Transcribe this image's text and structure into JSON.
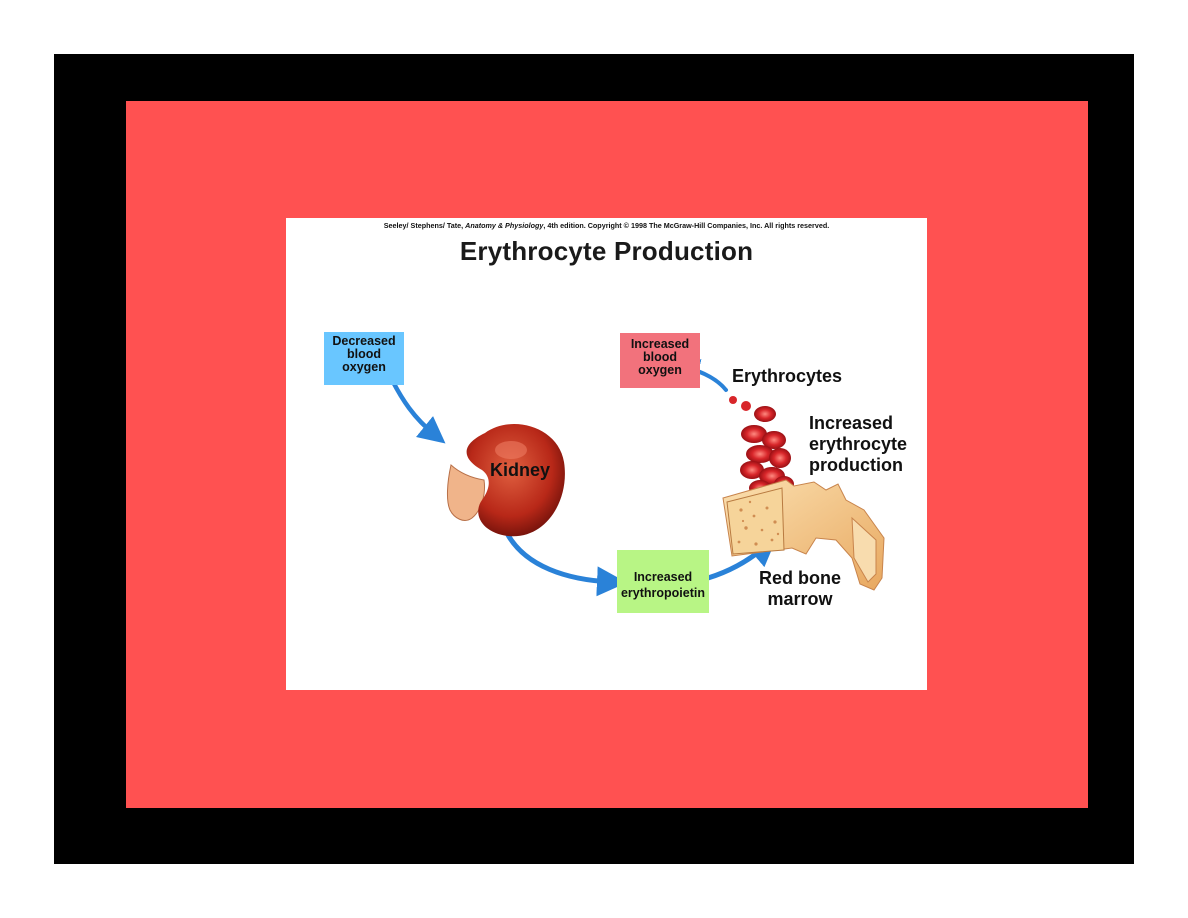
{
  "credit": {
    "before": "Seeley/ Stephens/ Tate, ",
    "book": "Anatomy & Physiology",
    "after": ", 4th edition.  Copyright © 1998 The McGraw-Hill Companies, Inc.  All rights reserved."
  },
  "title": "Erythrocyte Production",
  "boxes": {
    "decreased_oxygen": [
      "Decreased",
      "blood",
      "oxygen"
    ],
    "increased_oxygen": [
      "Increased",
      "blood",
      "oxygen"
    ],
    "increased_epo": [
      "Increased",
      "erythropoietin"
    ]
  },
  "labels": {
    "kidney": "Kidney",
    "erythrocytes": "Erythrocytes",
    "production": [
      "Increased",
      "erythrocyte",
      "production"
    ],
    "marrow": [
      "Red bone",
      "marrow"
    ]
  },
  "colors": {
    "outer_frame": "#000000",
    "inner_frame": "#ff5151",
    "decreased_box": "#69c6ff",
    "increased_oxygen_box": "#f2727c",
    "epo_box": "#b8f585",
    "arrow": "#2a82d8",
    "kidney": "#c0301a",
    "blood_cell": "#d8262a",
    "bone": "#f4c98a"
  }
}
